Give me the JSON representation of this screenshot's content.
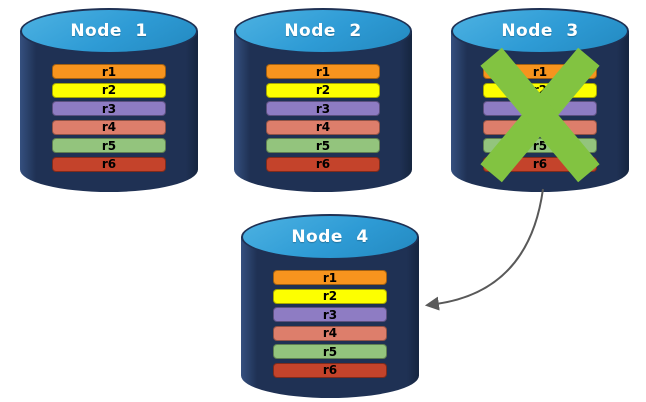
{
  "nodes": [
    {
      "id": "node-1",
      "label": "Node 1",
      "crossed_out": false,
      "records": [
        {
          "label": "r1",
          "color": "#F7941E"
        },
        {
          "label": "r2",
          "color": "#FDFF00"
        },
        {
          "label": "r3",
          "color": "#8E7CC3"
        },
        {
          "label": "r4",
          "color": "#DD7E6B"
        },
        {
          "label": "r5",
          "color": "#93C47D"
        },
        {
          "label": "r6",
          "color": "#C4432B"
        }
      ]
    },
    {
      "id": "node-2",
      "label": "Node 2",
      "crossed_out": false,
      "records": [
        {
          "label": "r1",
          "color": "#F7941E"
        },
        {
          "label": "r2",
          "color": "#FDFF00"
        },
        {
          "label": "r3",
          "color": "#8E7CC3"
        },
        {
          "label": "r4",
          "color": "#DD7E6B"
        },
        {
          "label": "r5",
          "color": "#93C47D"
        },
        {
          "label": "r6",
          "color": "#C4432B"
        }
      ]
    },
    {
      "id": "node-3",
      "label": "Node 3",
      "crossed_out": true,
      "records": [
        {
          "label": "r1",
          "color": "#F7941E"
        },
        {
          "label": "r2",
          "color": "#FDFF00"
        },
        {
          "label": "r3",
          "color": "#8E7CC3"
        },
        {
          "label": "r4",
          "color": "#DD7E6B"
        },
        {
          "label": "r5",
          "color": "#93C47D"
        },
        {
          "label": "r6",
          "color": "#C4432B"
        }
      ]
    },
    {
      "id": "node-4",
      "label": "Node 4",
      "crossed_out": false,
      "records": [
        {
          "label": "r1",
          "color": "#F7941E"
        },
        {
          "label": "r2",
          "color": "#FDFF00"
        },
        {
          "label": "r3",
          "color": "#8E7CC3"
        },
        {
          "label": "r4",
          "color": "#DD7E6B"
        },
        {
          "label": "r5",
          "color": "#93C47D"
        },
        {
          "label": "r6",
          "color": "#C4432B"
        }
      ]
    }
  ],
  "xmark": {
    "color": "#82C341",
    "on_node": "Node 3"
  },
  "arrow": {
    "color": "#595959",
    "from_node": "Node 3",
    "to_node": "Node 4"
  },
  "palette": {
    "cylinder_body": "#1F3154",
    "cylinder_top": "#2E9BD5",
    "title_text": "#FFFFFF",
    "record_text": "#000000",
    "background": "#FFFFFF"
  }
}
